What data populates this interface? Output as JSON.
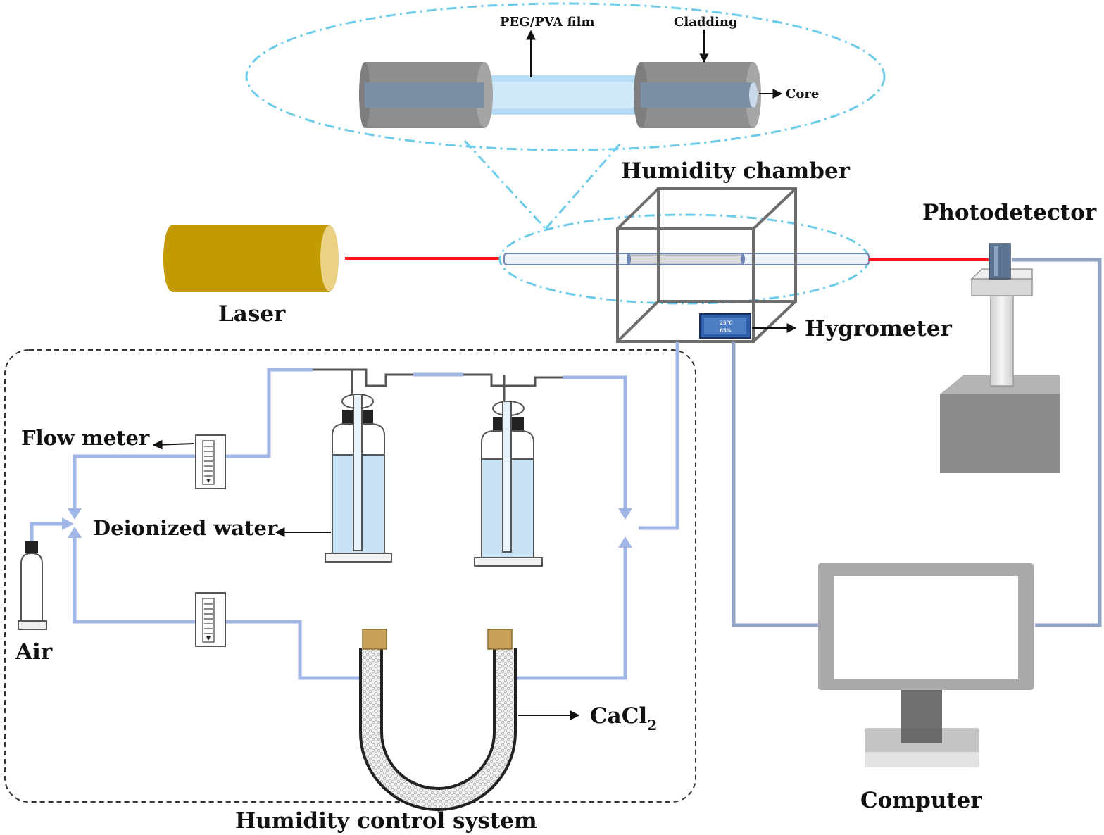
{
  "labels": {
    "peg_pva_film": "PEG/PVA film",
    "cladding": "Cladding",
    "core": "Core",
    "humidity_chamber": "Humidity chamber",
    "photodetector": "Photodetector",
    "laser": "Laser",
    "hygrometer": "Hygrometer",
    "hygrometer_temp": "25°C",
    "hygrometer_rh": "65%",
    "flow_meter": "Flow meter",
    "deionized_water": "Deionized water",
    "air": "Air",
    "cacl2_base": "CaCl",
    "cacl2_subscript": "2",
    "computer": "Computer",
    "humidity_control_system": "Humidity control system"
  },
  "colors": {
    "laser_body": "#c29a02",
    "laser_beam": "#ff1a1a",
    "gas_line": "#9fb6e6",
    "signal_cable": "#8fa0c0",
    "chamber_edge": "#6d6d6d",
    "dash_highlight": "#6ccbe8",
    "fiber_cladding": "#8e8e8e",
    "fiber_core": "#7a8ea6",
    "film": "#b6dcf7",
    "water": "#c7e3f5",
    "cork": "#c9a25a"
  }
}
